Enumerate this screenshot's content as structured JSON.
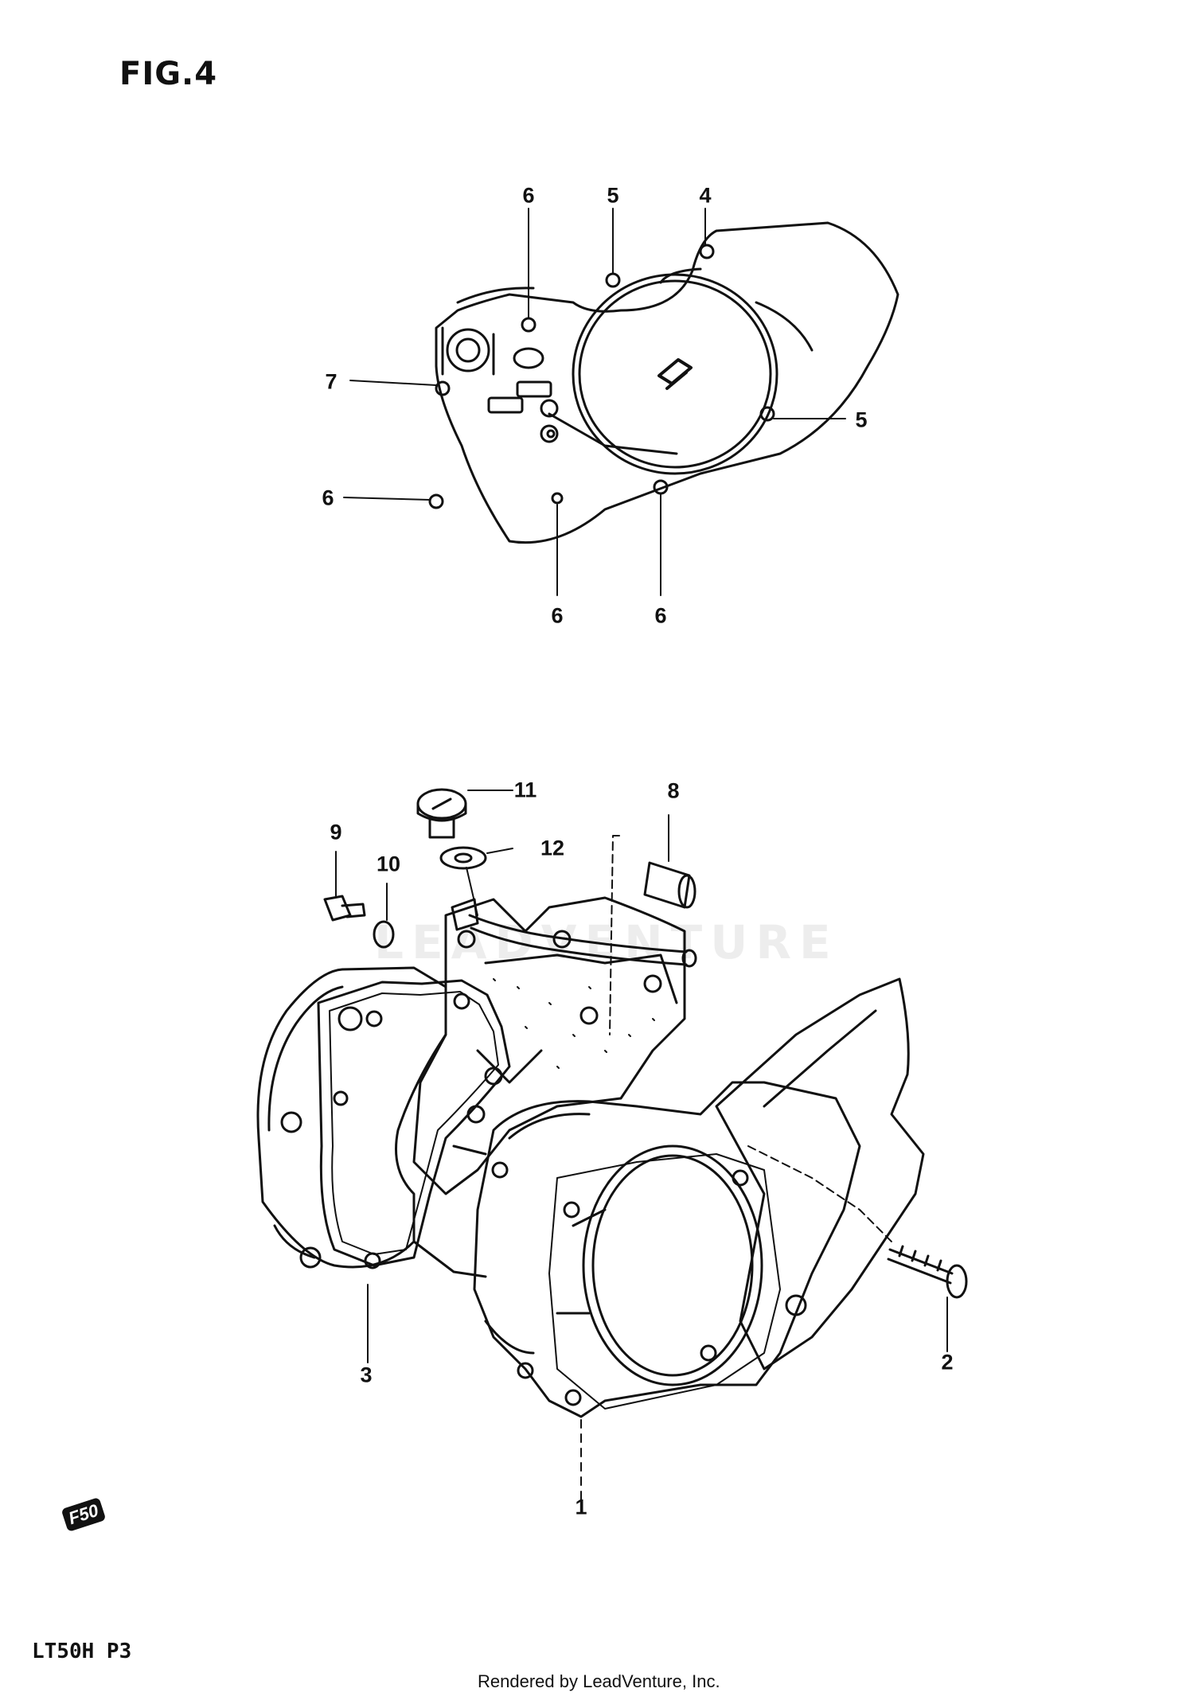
{
  "figure": {
    "title": "FIG.4"
  },
  "callouts": {
    "c6_top": "6",
    "c5_top": "5",
    "c4_top": "4",
    "c7": "7",
    "c5_right": "5",
    "c6_left": "6",
    "c6_bottom_a": "6",
    "c6_bottom_b": "6",
    "c11": "11",
    "c8": "8",
    "c9": "9",
    "c10": "10",
    "c12": "12",
    "c3": "3",
    "c2": "2",
    "c1": "1"
  },
  "footer": {
    "model": "LT50H P3",
    "credit": "Rendered by LeadVenture, Inc.",
    "watermark": "LEADVENTURE",
    "stamp": "F50"
  },
  "colors": {
    "ink": "#111111",
    "background": "#ffffff",
    "watermark": "#ededed"
  }
}
